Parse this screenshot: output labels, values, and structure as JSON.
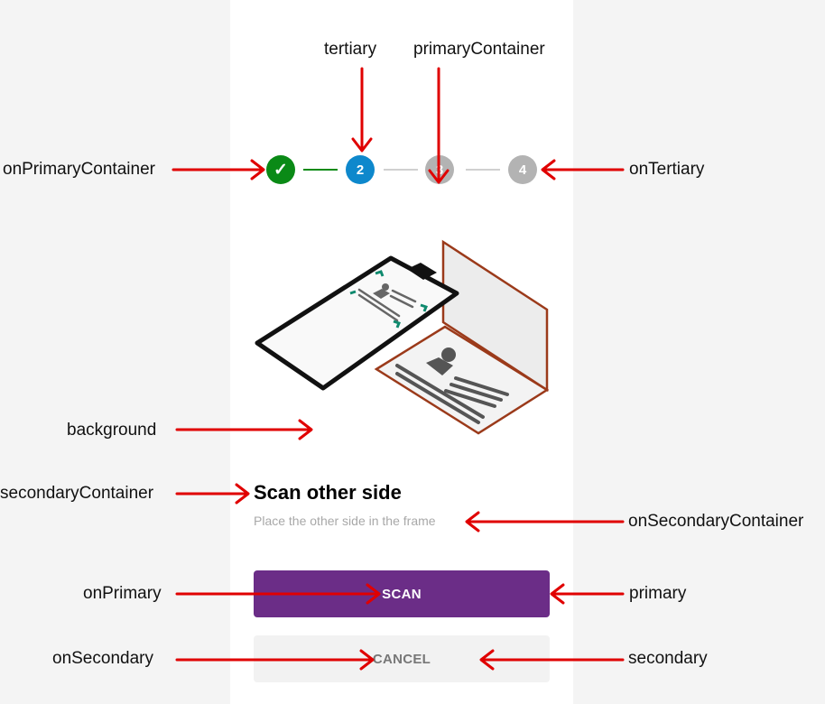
{
  "colors": {
    "page_bg": "#f4f4f4",
    "panel_bg": "#ffffff",
    "step_done": "#0a8a16",
    "step_current": "#0e88cc",
    "step_pending": "#b3b3b3",
    "primary": "#6b2d87",
    "secondary": "#f2f2f2",
    "arrow": "#e00000",
    "card_outline": "#9b3a1a"
  },
  "stepper": {
    "steps": [
      {
        "label": "✓",
        "state": "done"
      },
      {
        "label": "2",
        "state": "current"
      },
      {
        "label": "3",
        "state": "pending"
      },
      {
        "label": "4",
        "state": "pending"
      }
    ]
  },
  "illustration": {
    "icon": "phone-scanning-id-card-illustration"
  },
  "content": {
    "title": "Scan other side",
    "subtitle": "Place the other side in the frame"
  },
  "buttons": {
    "scan_label": "SCAN",
    "cancel_label": "CANCEL"
  },
  "annotations": {
    "tertiary": "tertiary",
    "primary_container": "primaryContainer",
    "on_primary_container": "onPrimaryContainer",
    "on_tertiary": "onTertiary",
    "background": "background",
    "secondary_container": "secondaryContainer",
    "on_secondary_container": "onSecondaryContainer",
    "on_primary": "onPrimary",
    "primary": "primary",
    "on_secondary": "onSecondary",
    "secondary": "secondary"
  }
}
